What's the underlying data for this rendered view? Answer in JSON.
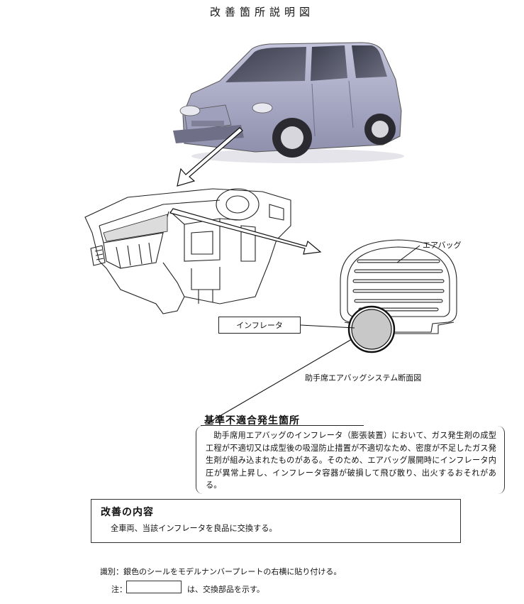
{
  "title": "改善箇所説明図",
  "labels": {
    "airbag": "エアバッグ",
    "inflator": "インフレータ",
    "section_caption": "助手席エアバッグシステム断面図"
  },
  "defect": {
    "heading": "基準不適合発生箇所",
    "text": "助手席用エアバッグのインフレータ（膨張装置）において、ガス発生剤の成型工程が不適切又は成型後の吸湿防止措置が不適切なため、密度が不足したガス発生剤が組み込まれたものがある。そのため、エアバッグ展開時にインフレータ内圧が異常上昇し、インフレータ容器が破損して飛び散り、出火するおそれがある。"
  },
  "remedy": {
    "heading": "改善の内容",
    "text": "全車両、当該インフレータを良品に交換する。"
  },
  "identification": {
    "text": "識別：銀色のシールをモデルナンバープレートの右横に貼り付ける。",
    "note_label": "注：",
    "note_text": "は、交換部品を示す。"
  },
  "colors": {
    "car_body": "#a9aac6",
    "inflator_fill": "#c8c8c8",
    "line": "#222222"
  }
}
